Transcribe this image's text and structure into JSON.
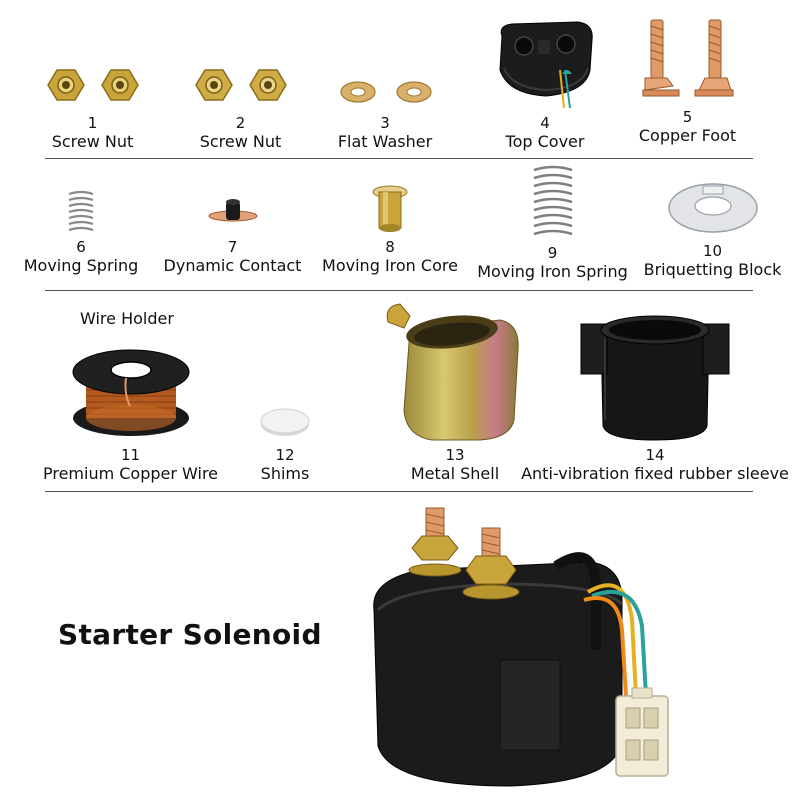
{
  "parts": [
    {
      "number": "1",
      "label": "Screw Nut",
      "icon": "hex-nut-pair-icon"
    },
    {
      "number": "2",
      "label": "Screw Nut",
      "icon": "hex-nut-pair-icon"
    },
    {
      "number": "3",
      "label": "Flat Washer",
      "icon": "flat-washer-pair-icon"
    },
    {
      "number": "4",
      "label": "Top Cover",
      "icon": "top-cover-icon"
    },
    {
      "number": "5",
      "label": "Copper Foot",
      "icon": "copper-terminal-pair-icon"
    },
    {
      "number": "6",
      "label": "Moving Spring",
      "icon": "small-spring-icon"
    },
    {
      "number": "7",
      "label": "Dynamic Contact",
      "icon": "contact-disc-icon"
    },
    {
      "number": "8",
      "label": "Moving Iron Core",
      "icon": "iron-core-plunger-icon"
    },
    {
      "number": "9",
      "label": "Moving Iron Spring",
      "icon": "large-spring-icon"
    },
    {
      "number": "10",
      "label": "Briquetting Block",
      "icon": "lock-washer-icon"
    },
    {
      "number": "11",
      "label": "Premium Copper Wire",
      "icon": "copper-coil-spool-icon"
    },
    {
      "number": "12",
      "label": "Shims",
      "icon": "white-shim-icon"
    },
    {
      "number": "13",
      "label": "Metal Shell",
      "icon": "metal-shell-icon"
    },
    {
      "number": "14",
      "label": "Anti-vibration fixed rubber sleeve",
      "icon": "rubber-sleeve-icon"
    }
  ],
  "wire_holder_label": "Wire Holder",
  "product_title": "Starter Solenoid",
  "colors": {
    "brass": "#c9a43a",
    "copper": "#d98a5a",
    "black_plastic": "#1c1c1c",
    "divider": "#555555"
  }
}
